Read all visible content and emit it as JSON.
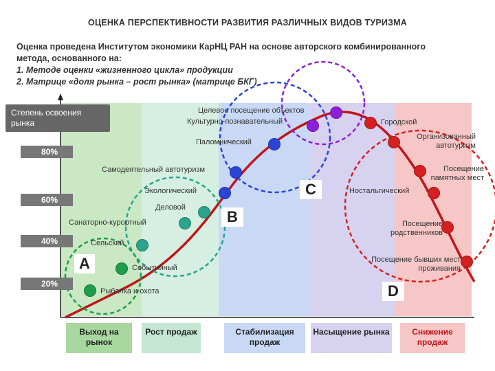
{
  "title": "ОЦЕНКА ПЕРСПЕКТИВНОСТИ РАЗВИТИЯ РАЗЛИЧНЫХ ВИДОВ ТУРИЗМА",
  "intro": {
    "line1": "Оценка проведена Институтом экономики КарНЦ РАН на основе авторского комбинированного",
    "line2": "метода, основанного на:",
    "line3": "1. Методе оценки «жизненного цикла» продукции",
    "line4": "2. Матрице «доля рынка – рост рынка» (матрице БКГ)"
  },
  "y_axis_label": "Степень освоения рынка",
  "levels": [
    "80%",
    "60%",
    "40%",
    "20%"
  ],
  "stages": [
    "Выход на рынок",
    "Рост продаж",
    "Стабилизация продаж",
    "Насыщение рынка",
    "Снижение продаж"
  ],
  "quadrants": [
    "A",
    "B",
    "C",
    "D"
  ],
  "colors": {
    "zone1": "#c9e8c3",
    "zone2": "#d6efe2",
    "zone3": "#c8d8f5",
    "zone4": "#d7d2f0",
    "zone5": "#f7c6c6",
    "curve": "#c0151b",
    "green": "#1e9e4a",
    "teal": "#2aa48c",
    "blue": "#2a45d6",
    "purple": "#8e1fd8",
    "red": "#d42020"
  },
  "tourism_types": [
    {
      "label": "Целевое посещение объектов",
      "color": "purple"
    },
    {
      "label": "Культурно-познавательный",
      "color": "purple"
    },
    {
      "label": "Городской",
      "color": "red"
    },
    {
      "label": "Паломнический",
      "color": "blue"
    },
    {
      "label": "Организованный автотуризм",
      "color": "red"
    },
    {
      "label": "Самодеятельный автотуризм",
      "color": "blue"
    },
    {
      "label": "Посещение памятных мест",
      "color": "red"
    },
    {
      "label": "Экологический",
      "color": "blue"
    },
    {
      "label": "Ностальгический",
      "color": "red"
    },
    {
      "label": "Деловой",
      "color": "teal"
    },
    {
      "label": "Санаторно-курортный",
      "color": "teal"
    },
    {
      "label": "Посещение родственников",
      "color": "red"
    },
    {
      "label": "Сельский",
      "color": "teal"
    },
    {
      "label": "Посещение бывших мест проживания",
      "color": "red"
    },
    {
      "label": "Событийный",
      "color": "green"
    },
    {
      "label": "Рыбалка и охота",
      "color": "green"
    }
  ]
}
